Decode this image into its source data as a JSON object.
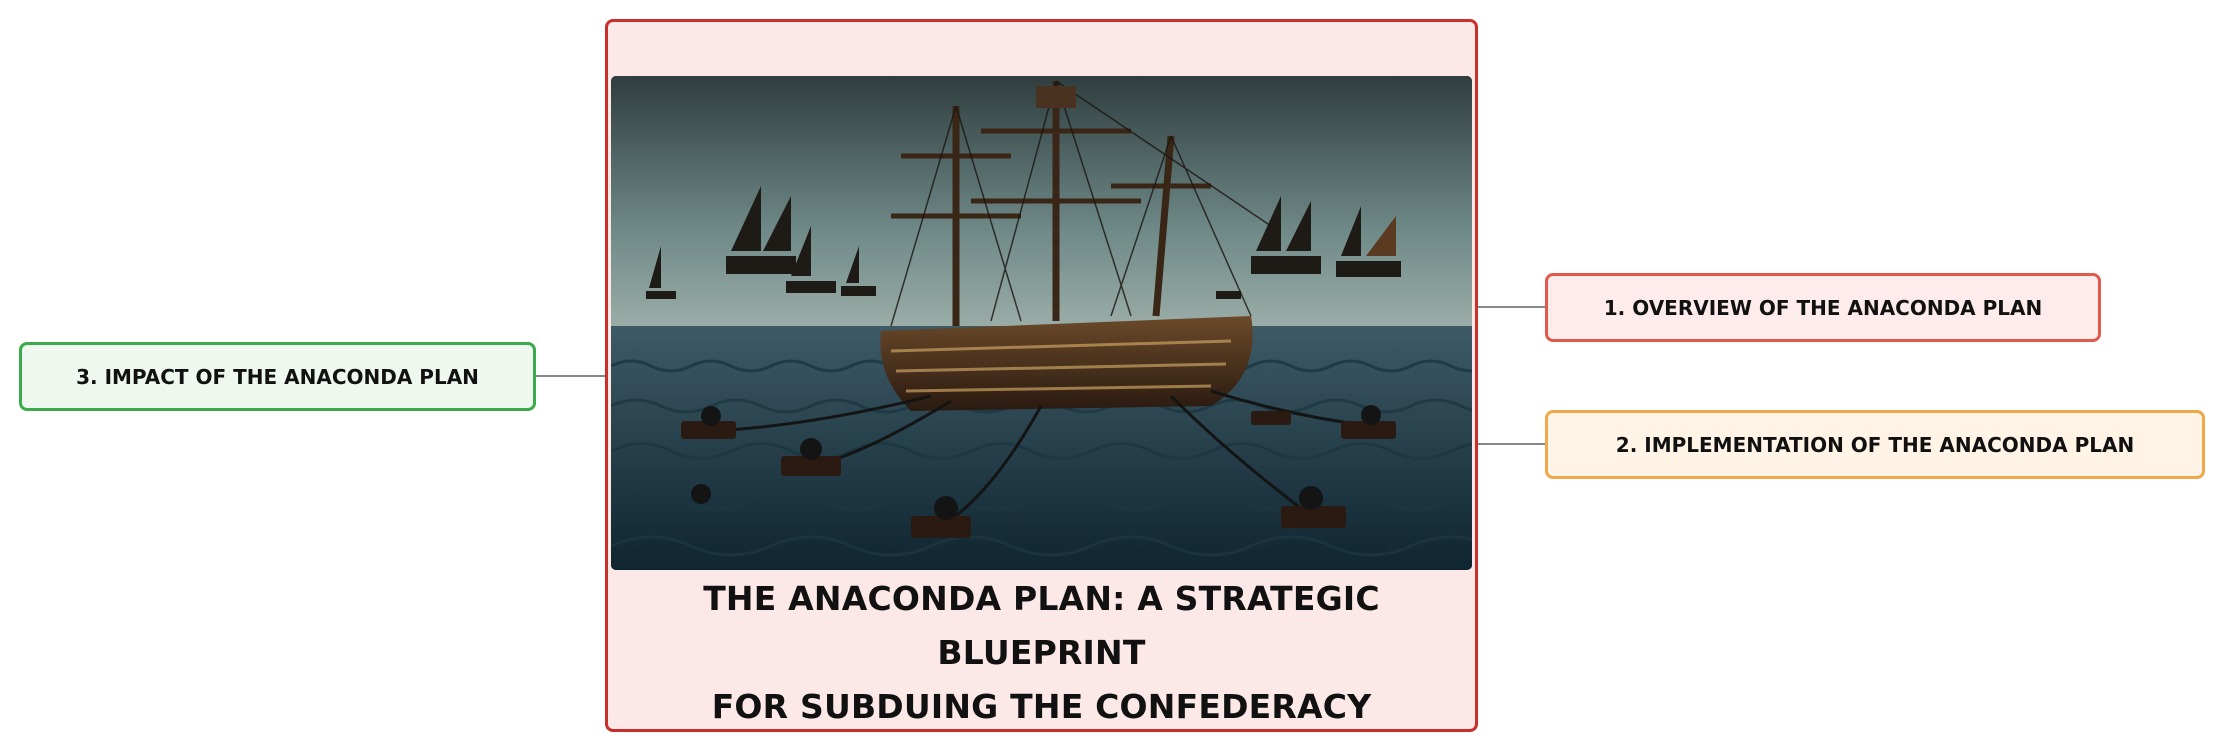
{
  "central_topic": {
    "title_line_1": "THE ANACONDA PLAN: A STRATEGIC BLUEPRINT",
    "title_line_2": "FOR SUBDUING THE CONFEDERACY",
    "image_icon": "naval-blockade-illustration"
  },
  "branches": [
    {
      "label": "1. OVERVIEW OF THE ANACONDA PLAN",
      "color": "#e05a4e",
      "fill": "#fdeceb"
    },
    {
      "label": "2. IMPLEMENTATION OF THE ANACONDA PLAN",
      "color": "#f0a84a",
      "fill": "#fff4e6"
    },
    {
      "label": "3. IMPACT OF THE ANACONDA PLAN",
      "color": "#3aaa4a",
      "fill": "#eef8ef"
    }
  ],
  "colors": {
    "central_border": "#c9302c",
    "central_fill": "#fde8e8",
    "connector": "#888888"
  }
}
